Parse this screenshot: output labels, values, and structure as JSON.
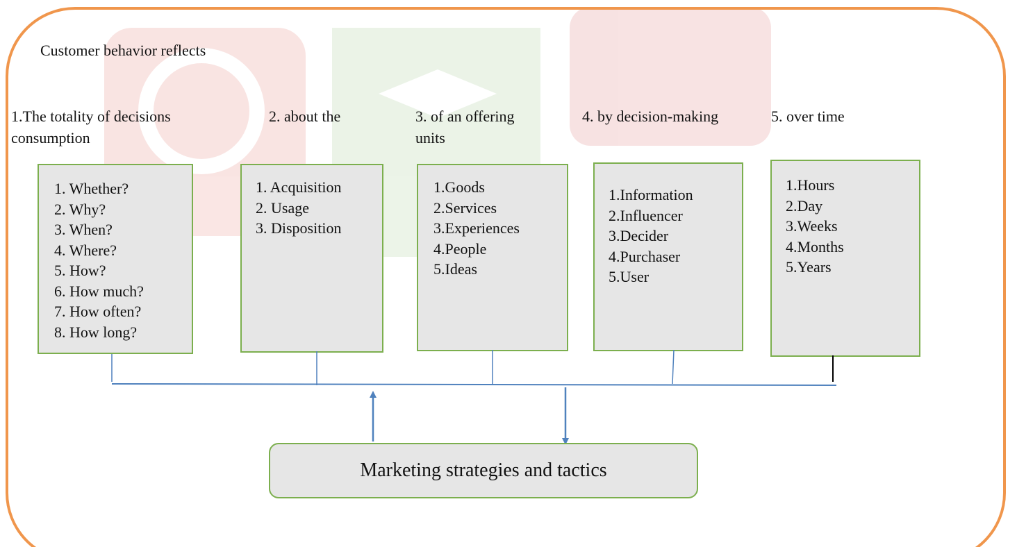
{
  "diagram": {
    "intro": "Customer behavior reflects",
    "columns": [
      {
        "heading": "1.The totality of decisions\nconsumption",
        "items": [
          "1. Whether?",
          "2. Why?",
          "3. When?",
          "4. Where?",
          "5. How?",
          "6. How much?",
          "7. How often?",
          "8. How long?"
        ]
      },
      {
        "heading": "2. about the",
        "items": [
          "1. Acquisition",
          "2. Usage",
          "3. Disposition"
        ]
      },
      {
        "heading": "3. of an offering\nunits",
        "items": [
          "1.Goods",
          "2.Services",
          "3.Experiences",
          "4.People",
          "5.Ideas"
        ]
      },
      {
        "heading": "4. by decision-making",
        "items": [
          "1.Information",
          "2.Influencer",
          "3.Decider",
          "4.Purchaser",
          "5.User"
        ]
      },
      {
        "heading": "5. over time",
        "items": [
          "1.Hours",
          "2.Day",
          "3.Weeks",
          "4.Months",
          "5.Years"
        ]
      }
    ],
    "strategy": "Marketing strategies and tactics"
  },
  "colors": {
    "frame": "#f0964c",
    "box_border": "#7caf4e",
    "box_fill": "#e6e6e6",
    "connector": "#4f81bd"
  }
}
